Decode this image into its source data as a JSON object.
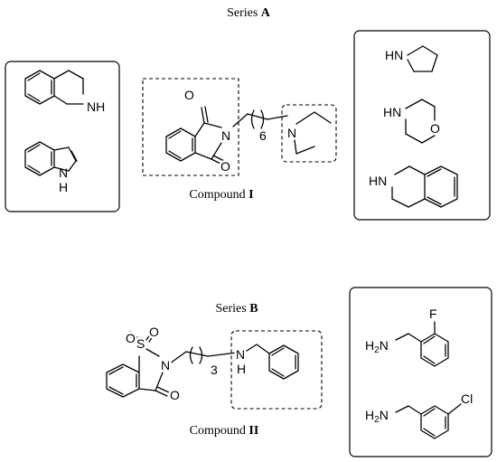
{
  "series_a": {
    "title_prefix": "Series ",
    "title_letter": "A",
    "compound_prefix": "Compound ",
    "compound_numeral": "I",
    "atoms": {
      "thiq_nh": "NH",
      "indole_n": "N",
      "indole_h": "H",
      "o_top": "O",
      "o_bottom": "O",
      "n_imide": "N",
      "chain_repeat": "6",
      "n_amine": "N",
      "pyrrolidine_hn": "HN",
      "morpholine_hn": "HN",
      "morpholine_o": "O",
      "thiq2_hn": "HN"
    }
  },
  "series_b": {
    "title_prefix": "Series ",
    "title_letter": "B",
    "compound_prefix": "Compound ",
    "compound_numeral": "II",
    "atoms": {
      "o_s1": "O",
      "s": "S",
      "o_s2": "O",
      "n_ring": "N",
      "o_carbonyl": "O",
      "chain_repeat": "3",
      "nh_n": "N",
      "nh_h": "H",
      "fluoro": "F",
      "amine1_h": "H",
      "amine1_sub": "2",
      "amine1_n": "N",
      "amine2_h": "H",
      "amine2_sub": "2",
      "amine2_n": "N",
      "chloro": "Cl"
    }
  }
}
